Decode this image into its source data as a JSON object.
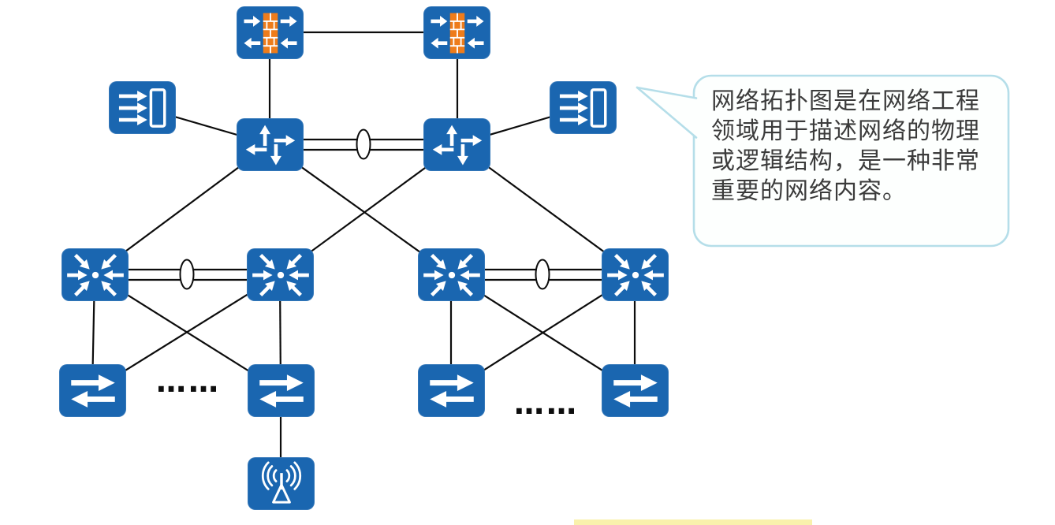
{
  "colors": {
    "node-blue": "#1a66b0",
    "brick-orange": "#ee7c1b",
    "line-black": "#0c0c0c",
    "bubble-border": "#b5dee9",
    "bubble-fill": "#fdfffe",
    "text-color": "#3b3b3b"
  },
  "bubble": {
    "lines": [
      "网络拓扑图是在网络工程",
      "领域用于描述网络的物理",
      "或逻辑结构，是一种非常",
      "重要的网络内容。"
    ],
    "full_text": "网络拓扑图是在网络工程领域用于描述网络的物理或逻辑结构，是一种非常重要的网络内容。"
  },
  "diagram": {
    "ellipsis_left": "……",
    "ellipsis_right": "……",
    "nodes": [
      {
        "id": "firewall-1",
        "kind": "firewall",
        "icon": "firewall-brick-arrows-icon"
      },
      {
        "id": "firewall-2",
        "kind": "firewall",
        "icon": "firewall-brick-arrows-icon"
      },
      {
        "id": "server-left",
        "kind": "server",
        "icon": "server-arrows-icon"
      },
      {
        "id": "server-right",
        "kind": "server",
        "icon": "server-arrows-icon"
      },
      {
        "id": "core-router-1",
        "kind": "core-router",
        "icon": "router-crossed-arrows-icon"
      },
      {
        "id": "core-router-2",
        "kind": "core-router",
        "icon": "router-crossed-arrows-icon"
      },
      {
        "id": "agg-switch-1",
        "kind": "aggregation-switch",
        "icon": "switch-inward-arrows-icon"
      },
      {
        "id": "agg-switch-2",
        "kind": "aggregation-switch",
        "icon": "switch-inward-arrows-icon"
      },
      {
        "id": "agg-switch-3",
        "kind": "aggregation-switch",
        "icon": "switch-inward-arrows-icon"
      },
      {
        "id": "agg-switch-4",
        "kind": "aggregation-switch",
        "icon": "switch-inward-arrows-icon"
      },
      {
        "id": "access-switch-1",
        "kind": "access-switch",
        "icon": "switch-bidirectional-arrows-icon"
      },
      {
        "id": "access-switch-2",
        "kind": "access-switch",
        "icon": "switch-bidirectional-arrows-icon"
      },
      {
        "id": "access-switch-3",
        "kind": "access-switch",
        "icon": "switch-bidirectional-arrows-icon"
      },
      {
        "id": "access-switch-4",
        "kind": "access-switch",
        "icon": "switch-bidirectional-arrows-icon"
      },
      {
        "id": "wireless-ap",
        "kind": "wireless-access-point",
        "icon": "antenna-waves-icon"
      }
    ],
    "links": [
      {
        "from": "firewall-1",
        "to": "firewall-2"
      },
      {
        "from": "firewall-1",
        "to": "core-router-1"
      },
      {
        "from": "firewall-2",
        "to": "core-router-2"
      },
      {
        "from": "server-left",
        "to": "core-router-1"
      },
      {
        "from": "server-right",
        "to": "core-router-2"
      },
      {
        "from": "core-router-1",
        "to": "core-router-2",
        "style": "aggregated-double-link"
      },
      {
        "from": "core-router-1",
        "to": "agg-switch-1"
      },
      {
        "from": "core-router-1",
        "to": "agg-switch-3"
      },
      {
        "from": "core-router-2",
        "to": "agg-switch-2"
      },
      {
        "from": "core-router-2",
        "to": "agg-switch-4"
      },
      {
        "from": "agg-switch-1",
        "to": "agg-switch-2",
        "style": "aggregated-double-link"
      },
      {
        "from": "agg-switch-3",
        "to": "agg-switch-4",
        "style": "aggregated-double-link"
      },
      {
        "from": "agg-switch-1",
        "to": "access-switch-1"
      },
      {
        "from": "agg-switch-1",
        "to": "access-switch-2"
      },
      {
        "from": "agg-switch-2",
        "to": "access-switch-1"
      },
      {
        "from": "agg-switch-2",
        "to": "access-switch-2"
      },
      {
        "from": "agg-switch-3",
        "to": "access-switch-3"
      },
      {
        "from": "agg-switch-3",
        "to": "access-switch-4"
      },
      {
        "from": "agg-switch-4",
        "to": "access-switch-3"
      },
      {
        "from": "agg-switch-4",
        "to": "access-switch-4"
      },
      {
        "from": "access-switch-2",
        "to": "wireless-ap"
      }
    ]
  }
}
